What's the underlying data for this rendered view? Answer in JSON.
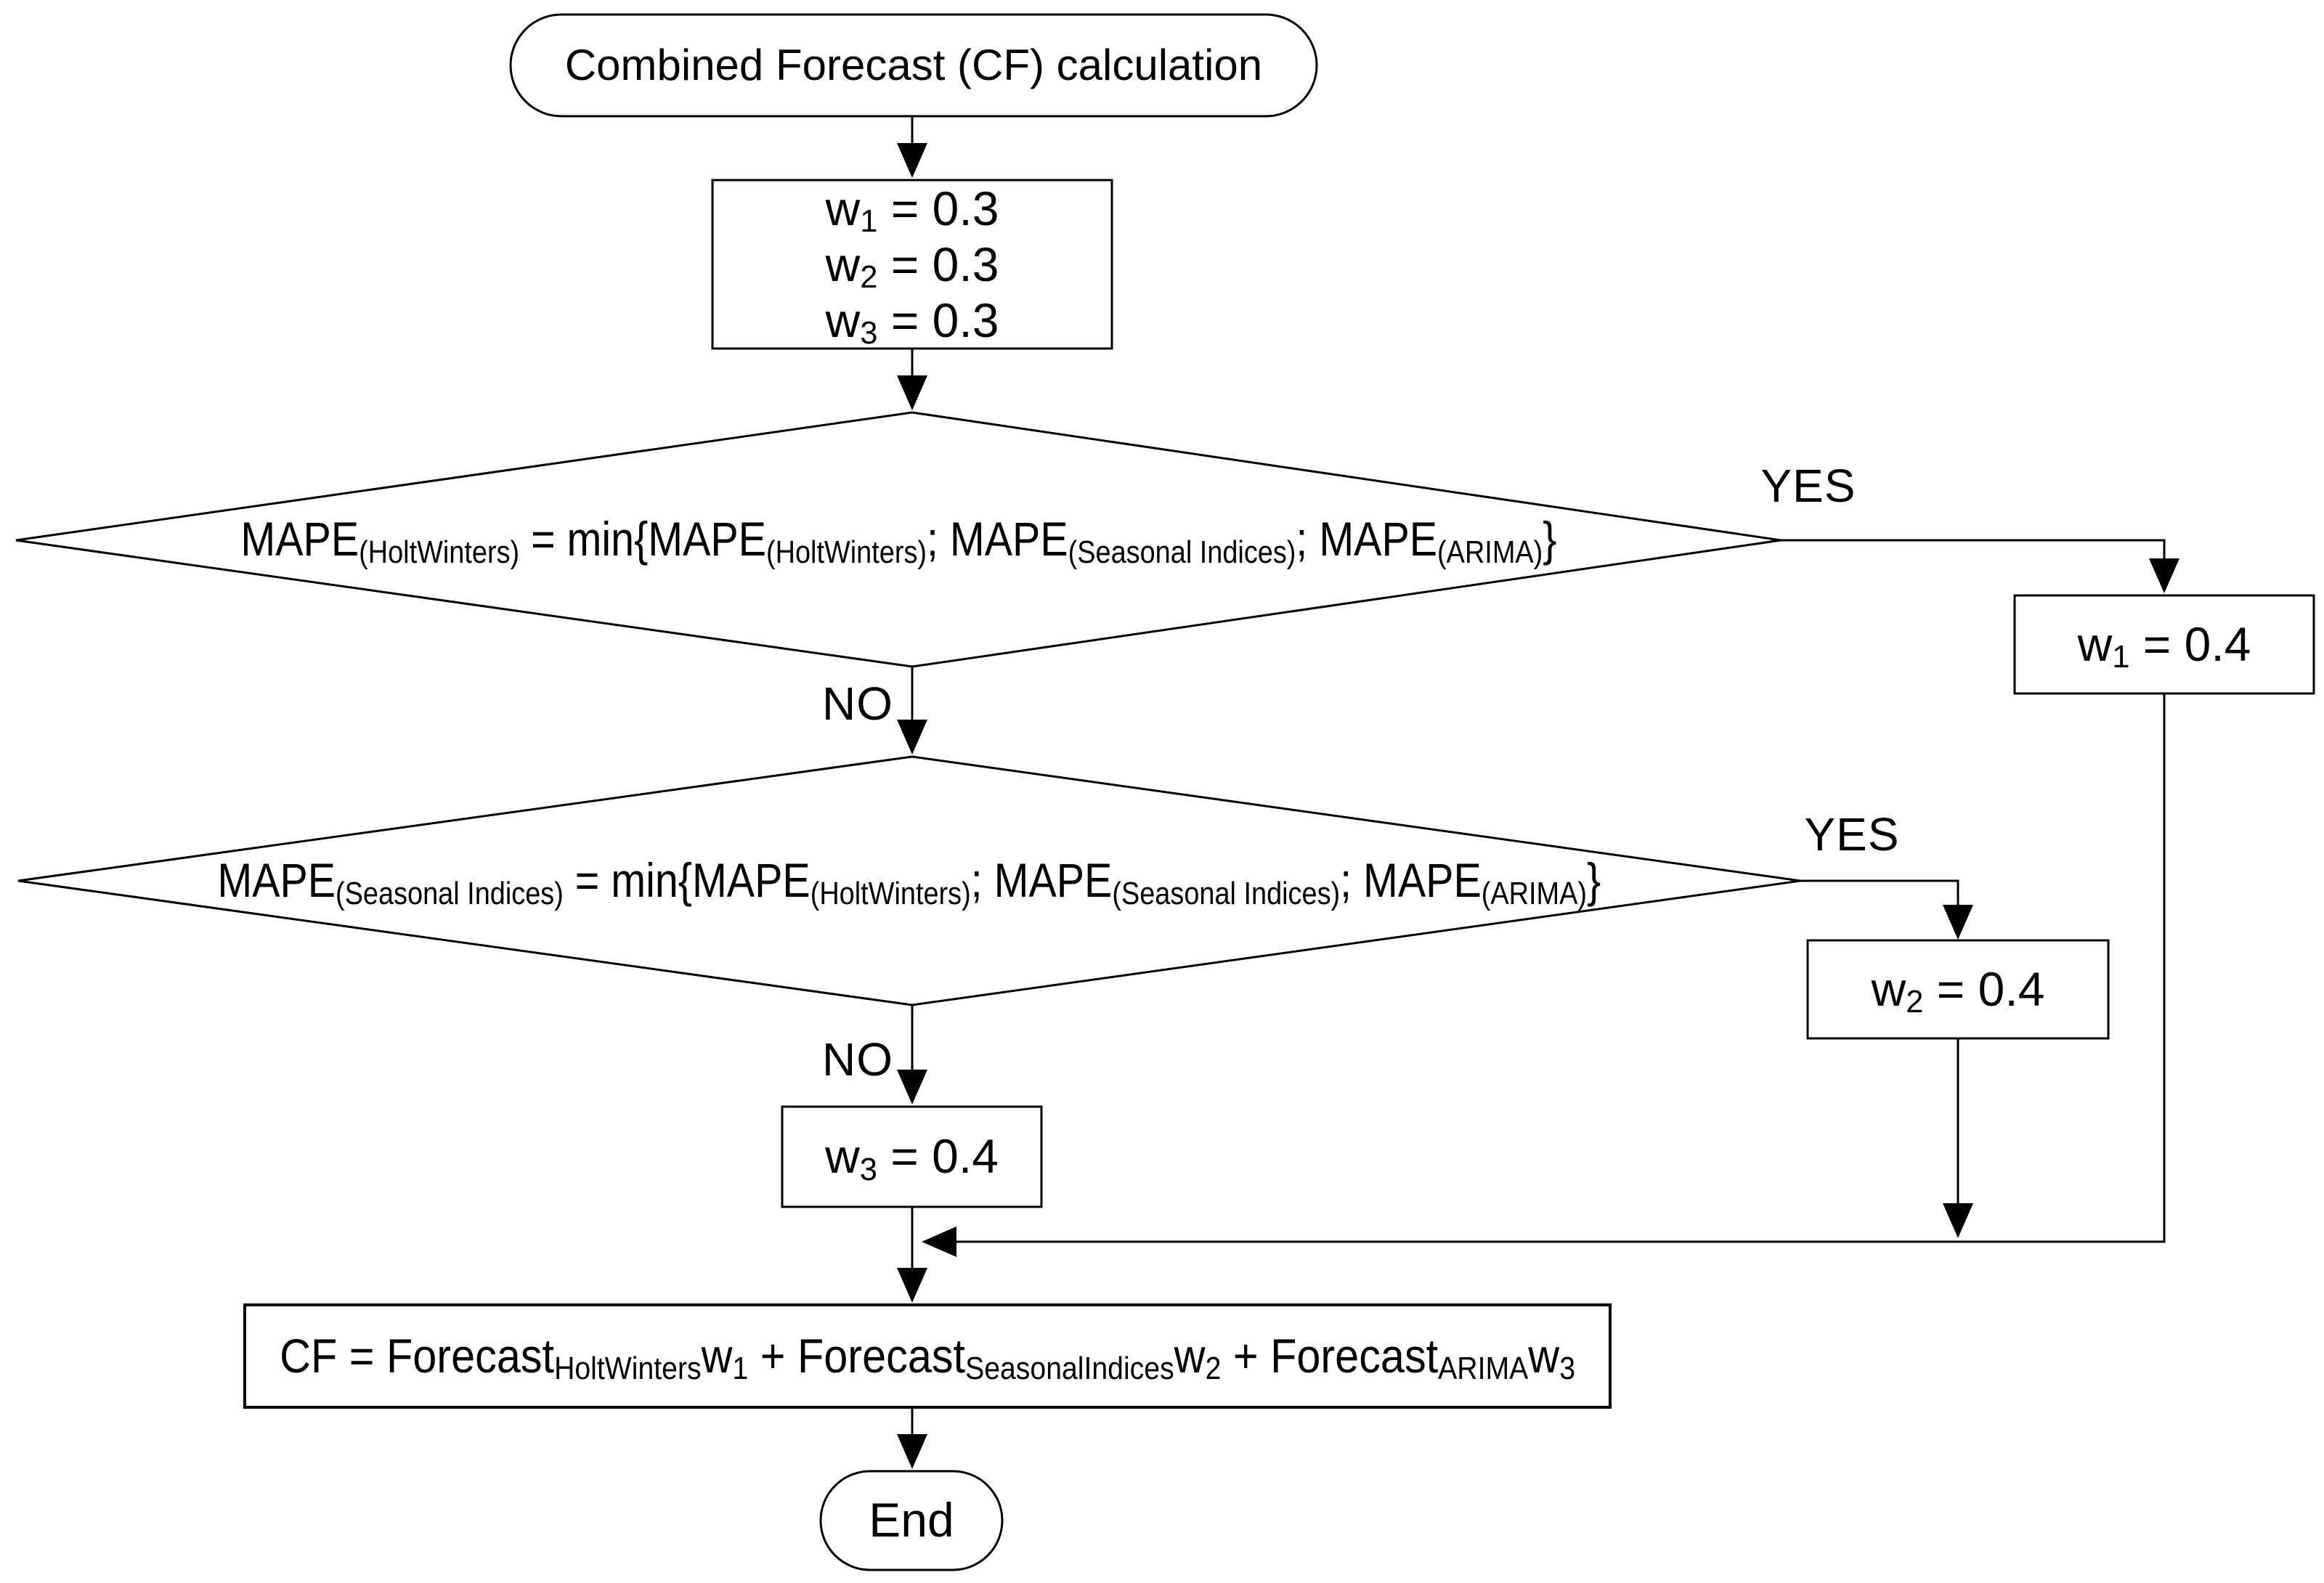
{
  "flowchart": {
    "start": {
      "label": "Combined Forecast (CF) calculation"
    },
    "init_weights": {
      "l1t": "w",
      "l1s": "1",
      "l1r": " = 0.3",
      "l2t": "w",
      "l2s": "2",
      "l2r": " = 0.3",
      "l3t": "w",
      "l3s": "3",
      "l3r": " = 0.3"
    },
    "decision1": {
      "t0": "MAPE",
      "s0": "(HoltWinters)",
      "t1": " = min{MAPE",
      "s1": "(HoltWinters)",
      "t2": "; MAPE",
      "s2": "(Seasonal Indices)",
      "t3": "; MAPE",
      "s3": "(ARIMA)",
      "t4": "}"
    },
    "decision2": {
      "t0": "MAPE",
      "s0": "(Seasonal Indices)",
      "t1": " = min{MAPE",
      "s1": "(HoltWinters)",
      "t2": "; MAPE",
      "s2": "(Seasonal Indices)",
      "t3": "; MAPE",
      "s3": "(ARIMA)",
      "t4": "}"
    },
    "set_w1": {
      "t": "w",
      "s": "1",
      "r": " = 0.4"
    },
    "set_w2": {
      "t": "w",
      "s": "2",
      "r": " = 0.4"
    },
    "set_w3": {
      "t": "w",
      "s": "3",
      "r": " = 0.4"
    },
    "combine": {
      "t0": "CF = Forecast",
      "s0": "HoltWinters",
      "t1": "w",
      "s1": "1",
      "t2": " + Forecast",
      "s2": "SeasonalIndices",
      "t3": "w",
      "s3": "2",
      "t4": " + Forecast",
      "s4": "ARIMA",
      "t5": "w",
      "s5": "3"
    },
    "end": {
      "label": "End"
    },
    "edge_labels": {
      "yes1": "YES",
      "no1": "NO",
      "yes2": "YES",
      "no2": "NO"
    },
    "colors": {
      "stroke": "#000000",
      "fill": "#ffffff",
      "text": "#000000"
    }
  }
}
